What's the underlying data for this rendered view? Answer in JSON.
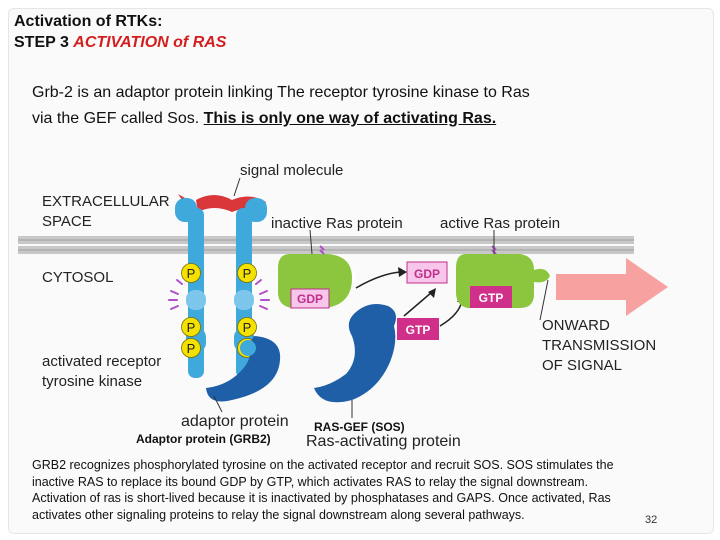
{
  "title": {
    "line1": "Activation of RTKs:",
    "line2_prefix": "STEP 3 ",
    "line2_highlight": "ACTIVATION of RAS"
  },
  "intro": {
    "line1": "Grb-2 is an adaptor protein linking  The receptor tyrosine kinase to Ras",
    "line2_prefix": "via the GEF called Sos.  ",
    "line2_underlined": "This is only one way of activating Ras."
  },
  "diagram": {
    "labels": {
      "signal_molecule": "signal molecule",
      "extracellular_1": "EXTRACELLULAR",
      "extracellular_2": "SPACE",
      "cytosol": "CYTOSOL",
      "inactive_ras": "inactive Ras protein",
      "active_ras": "active Ras protein",
      "activated_receptor_1": "activated receptor",
      "activated_receptor_2": "tyrosine kinase",
      "adaptor_protein": "adaptor protein",
      "ras_activating_protein": "Ras-activating protein",
      "onward_1": "ONWARD",
      "onward_2": "TRANSMISSION",
      "onward_3": "OF SIGNAL",
      "gdp": "GDP",
      "gtp": "GTP",
      "phospho": "P"
    },
    "colors": {
      "receptor": "#3fa9dc",
      "receptor_light": "#7cc6ec",
      "adaptor": "#1f5fa8",
      "ras_protein": "#8cc63f",
      "signal": "#d9373a",
      "phospho": "#f5e100",
      "gdp_box": "#f7c6ea",
      "gtp_box": "#d0308a",
      "arrow": "#f7a1a1",
      "membrane": "#bdbdbd",
      "accent_red": "#d41e1e"
    }
  },
  "captions": {
    "adaptor": "Adaptor protein (GRB2)",
    "gef": "RAS-GEF (SOS)"
  },
  "body": {
    "line1": "GRB2 recognizes phosphorylated tyrosine on the activated receptor and recruit SOS. SOS stimulates the",
    "line2": "inactive RAS to replace its bound  GDP by GTP, which activates RAS to relay the signal downstream.",
    "line3": "Activation of ras is short-lived because it is inactivated by phosphatases and GAPS.  Once activated, Ras",
    "line4": "activates other signaling proteins to relay the signal downstream along several pathways."
  },
  "slide_number": "32"
}
